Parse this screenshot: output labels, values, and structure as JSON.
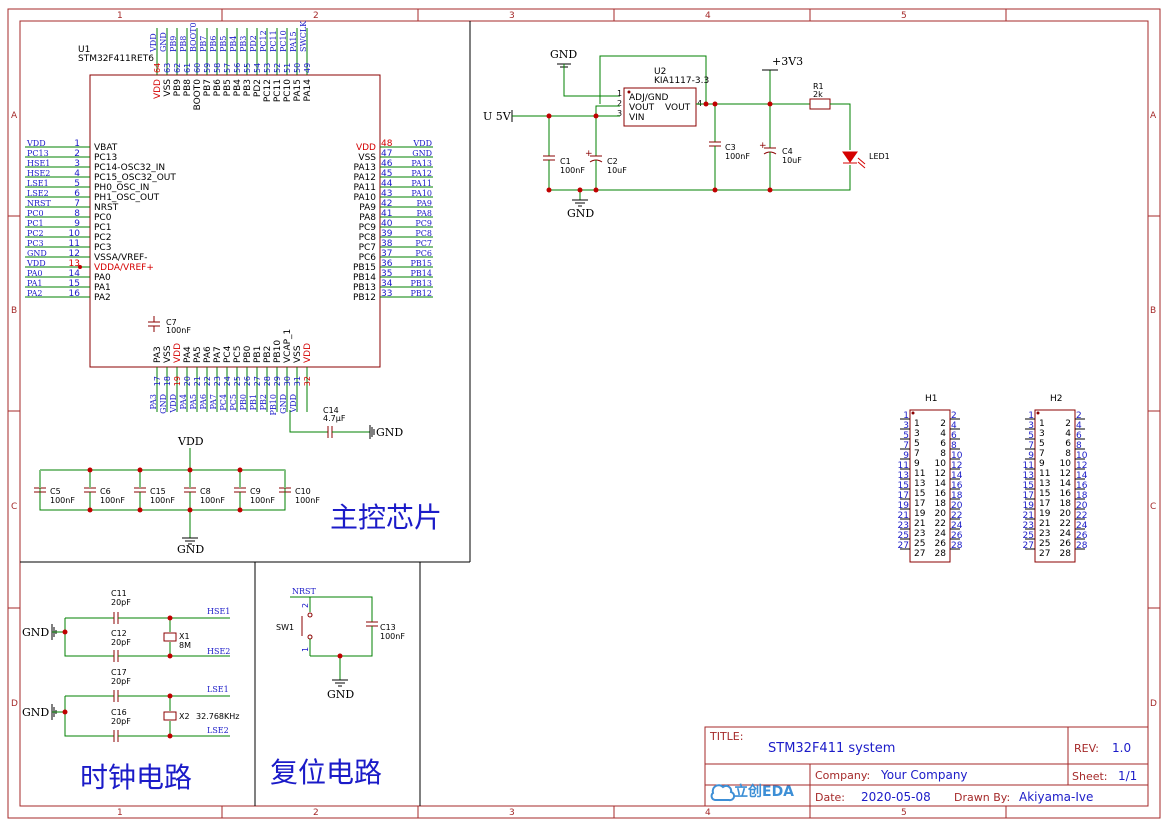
{
  "frame": {
    "cols": [
      "1",
      "2",
      "3",
      "4",
      "5"
    ],
    "rows": [
      "A",
      "B",
      "C",
      "D"
    ]
  },
  "sections": {
    "main_title": "主控芯片",
    "clock_title": "时钟电路",
    "reset_title": "复位电路"
  },
  "u1": {
    "ref": "U1",
    "part": "STM32F411RET6",
    "left_pins": [
      {
        "num": "1",
        "name": "VBAT",
        "net": "VDD",
        "red": false
      },
      {
        "num": "2",
        "name": "PC13",
        "net": "PC13",
        "red": false
      },
      {
        "num": "3",
        "name": "PC14-OSC32_IN",
        "net": "HSE1",
        "red": false
      },
      {
        "num": "4",
        "name": "PC15_OSC32_OUT",
        "net": "HSE2",
        "red": false
      },
      {
        "num": "5",
        "name": "PH0_OSC_IN",
        "net": "LSE1",
        "red": false
      },
      {
        "num": "6",
        "name": "PH1_OSC_OUT",
        "net": "LSE2",
        "red": false
      },
      {
        "num": "7",
        "name": "NRST",
        "net": "NRST",
        "red": false
      },
      {
        "num": "8",
        "name": "PC0",
        "net": "PC0",
        "red": false
      },
      {
        "num": "9",
        "name": "PC1",
        "net": "PC1",
        "red": false
      },
      {
        "num": "10",
        "name": "PC2",
        "net": "PC2",
        "red": false
      },
      {
        "num": "11",
        "name": "PC3",
        "net": "PC3",
        "red": false
      },
      {
        "num": "12",
        "name": "VSSA/VREF-",
        "net": "GND",
        "red": false
      },
      {
        "num": "13",
        "name": "VDDA/VREF+",
        "net": "VDD",
        "red": true
      },
      {
        "num": "14",
        "name": "PA0",
        "net": "PA0",
        "red": false
      },
      {
        "num": "15",
        "name": "PA1",
        "net": "PA1",
        "red": false
      },
      {
        "num": "16",
        "name": "PA2",
        "net": "PA2",
        "red": false
      }
    ],
    "right_pins": [
      {
        "num": "48",
        "name": "VDD",
        "net": "VDD",
        "red": true
      },
      {
        "num": "47",
        "name": "VSS",
        "net": "GND",
        "red": false
      },
      {
        "num": "46",
        "name": "PA13",
        "net": "PA13",
        "red": false
      },
      {
        "num": "45",
        "name": "PA12",
        "net": "PA12",
        "red": false
      },
      {
        "num": "44",
        "name": "PA11",
        "net": "PA11",
        "red": false
      },
      {
        "num": "43",
        "name": "PA10",
        "net": "PA10",
        "red": false
      },
      {
        "num": "42",
        "name": "PA9",
        "net": "PA9",
        "red": false
      },
      {
        "num": "41",
        "name": "PA8",
        "net": "PA8",
        "red": false
      },
      {
        "num": "40",
        "name": "PC9",
        "net": "PC9",
        "red": false
      },
      {
        "num": "39",
        "name": "PC8",
        "net": "PC8",
        "red": false
      },
      {
        "num": "38",
        "name": "PC7",
        "net": "PC7",
        "red": false
      },
      {
        "num": "37",
        "name": "PC6",
        "net": "PC6",
        "red": false
      },
      {
        "num": "36",
        "name": "PB15",
        "net": "PB15",
        "red": false
      },
      {
        "num": "35",
        "name": "PB14",
        "net": "PB14",
        "red": false
      },
      {
        "num": "34",
        "name": "PB13",
        "net": "PB13",
        "red": false
      },
      {
        "num": "33",
        "name": "PB12",
        "net": "PB12",
        "red": false
      }
    ],
    "top_pins": [
      {
        "num": "64",
        "name": "VDD",
        "net": "VDD",
        "red": true
      },
      {
        "num": "63",
        "name": "VSS",
        "net": "GND",
        "red": false
      },
      {
        "num": "62",
        "name": "PB9",
        "net": "PB9",
        "red": false
      },
      {
        "num": "61",
        "name": "PB8",
        "net": "PB8",
        "red": false
      },
      {
        "num": "60",
        "name": "BOOT0",
        "net": "BOOT0",
        "red": false
      },
      {
        "num": "59",
        "name": "PB7",
        "net": "PB7",
        "red": false
      },
      {
        "num": "58",
        "name": "PB6",
        "net": "PB6",
        "red": false
      },
      {
        "num": "57",
        "name": "PB5",
        "net": "PB5",
        "red": false
      },
      {
        "num": "56",
        "name": "PB4",
        "net": "PB4",
        "red": false
      },
      {
        "num": "55",
        "name": "PB3",
        "net": "PB3",
        "red": false
      },
      {
        "num": "54",
        "name": "PD2",
        "net": "PD2",
        "red": false
      },
      {
        "num": "53",
        "name": "PC12",
        "net": "PC12",
        "red": false
      },
      {
        "num": "52",
        "name": "PC11",
        "net": "PC11",
        "red": false
      },
      {
        "num": "51",
        "name": "PC10",
        "net": "PC10",
        "red": false
      },
      {
        "num": "50",
        "name": "PA15",
        "net": "PA15",
        "red": false
      },
      {
        "num": "49",
        "name": "PA14",
        "net": "SWCLK",
        "red": false
      }
    ],
    "bottom_pins": [
      {
        "num": "17",
        "name": "PA3",
        "net": "PA3",
        "red": false
      },
      {
        "num": "18",
        "name": "VSS",
        "net": "GND",
        "red": false
      },
      {
        "num": "19",
        "name": "VDD",
        "net": "VDD",
        "red": true
      },
      {
        "num": "20",
        "name": "PA4",
        "net": "PA4",
        "red": false
      },
      {
        "num": "21",
        "name": "PA5",
        "net": "PA5",
        "red": false
      },
      {
        "num": "22",
        "name": "PA6",
        "net": "PA6",
        "red": false
      },
      {
        "num": "23",
        "name": "PA7",
        "net": "PA7",
        "red": false
      },
      {
        "num": "24",
        "name": "PC4",
        "net": "PC4",
        "red": false
      },
      {
        "num": "25",
        "name": "PC5",
        "net": "PC5",
        "red": false
      },
      {
        "num": "26",
        "name": "PB0",
        "net": "PB0",
        "red": false
      },
      {
        "num": "27",
        "name": "PB1",
        "net": "PB1",
        "red": false
      },
      {
        "num": "28",
        "name": "PB2",
        "net": "PB2",
        "red": false
      },
      {
        "num": "29",
        "name": "PB10",
        "net": "PB10",
        "red": false
      },
      {
        "num": "30",
        "name": "VCAP_1",
        "net": "GND",
        "red": false
      },
      {
        "num": "31",
        "name": "VSS",
        "net": "VDD",
        "red": false
      },
      {
        "num": "32",
        "name": "VDD",
        "net": "",
        "red": true
      }
    ],
    "c7": {
      "ref": "C7",
      "val": "100nF"
    },
    "c14": {
      "ref": "C14",
      "val": "4.7μF"
    }
  },
  "decoupling": {
    "supply": "VDD",
    "ground": "GND",
    "caps": [
      {
        "ref": "C5",
        "val": "100nF"
      },
      {
        "ref": "C6",
        "val": "100nF"
      },
      {
        "ref": "C15",
        "val": "100nF"
      },
      {
        "ref": "C8",
        "val": "100nF"
      },
      {
        "ref": "C9",
        "val": "100nF"
      },
      {
        "ref": "C10",
        "val": "100nF"
      }
    ]
  },
  "power": {
    "u2_ref": "U2",
    "u2_part": "KIA1117-3.3",
    "pin_adj": "ADJ/GND",
    "pin_vout": "VOUT",
    "pin_vout2": "VOUT",
    "pin_vin": "VIN",
    "pin_nums": [
      "1",
      "2",
      "3",
      "4"
    ],
    "input": "U 5V",
    "gnd": "GND",
    "v33": "+3V3",
    "c1": {
      "ref": "C1",
      "val": "100nF"
    },
    "c2": {
      "ref": "C2",
      "val": "10uF"
    },
    "c3": {
      "ref": "C3",
      "val": "100nF"
    },
    "c4": {
      "ref": "C4",
      "val": "10uF"
    },
    "r1": {
      "ref": "R1",
      "val": "2k"
    },
    "led": "LED1"
  },
  "headers": [
    {
      "ref": "H1",
      "rows": 14
    },
    {
      "ref": "H2",
      "rows": 14
    }
  ],
  "clock": {
    "gnd": "GND",
    "c11": {
      "ref": "C11",
      "val": "20pF"
    },
    "c12": {
      "ref": "C12",
      "val": "20pF"
    },
    "x1": {
      "ref": "X1",
      "val": "8M"
    },
    "hse1": "HSE1",
    "hse2": "HSE2",
    "c17": {
      "ref": "C17",
      "val": "20pF"
    },
    "c16": {
      "ref": "C16",
      "val": "20pF"
    },
    "x2": {
      "ref": "X2",
      "val": "32.768KHz"
    },
    "lse1": "LSE1",
    "lse2": "LSE2"
  },
  "reset": {
    "net": "NRST",
    "sw": "SW1",
    "pin2": "2",
    "pin1": "1",
    "c13": {
      "ref": "C13",
      "val": "100nF"
    },
    "gnd": "GND"
  },
  "titleblock": {
    "title_label": "TITLE:",
    "title": "STM32F411 system",
    "rev_label": "REV:",
    "rev": "1.0",
    "company_label": "Company:",
    "company": "Your Company",
    "sheet_label": "Sheet:",
    "sheet": "1/1",
    "date_label": "Date:",
    "date": "2020-05-08",
    "drawn_label": "Drawn By:",
    "drawn": "Akiyama-Ive",
    "logo": "立创EDA"
  }
}
